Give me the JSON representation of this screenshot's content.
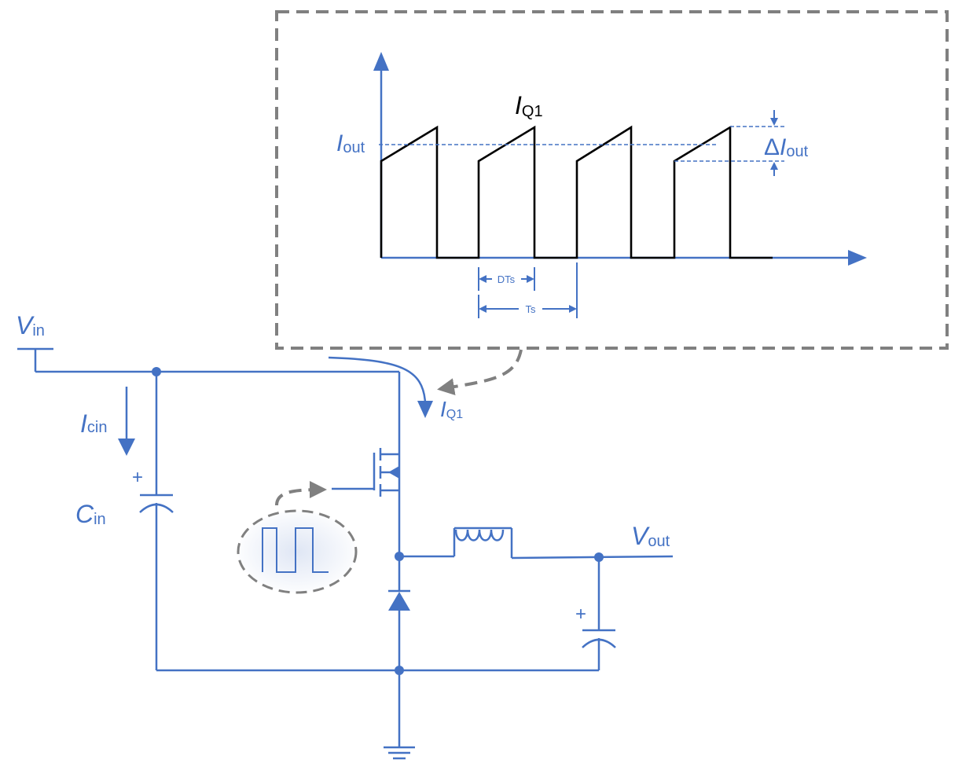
{
  "colors": {
    "wire": "#4472c4",
    "waveform": "#000000",
    "callout": "#808080"
  },
  "labels": {
    "vin_main": "V",
    "vin_sub": "in",
    "icin_main": "I",
    "icin_sub": "cin",
    "cin_main": "C",
    "cin_sub": "in",
    "cin_plus": "+",
    "cout_plus": "+",
    "iq1_main": "I",
    "iq1_sub": "Q1",
    "vout_main": "V",
    "vout_sub": "out"
  },
  "graph": {
    "iq1_main": "I",
    "iq1_sub": "Q1",
    "iout_main": "I",
    "iout_sub": "out",
    "delta_sym": "Δ",
    "delta_main": "I",
    "delta_sub": "out",
    "dts": "DTs",
    "ts": "Ts"
  },
  "icons": [
    "arrow-icon",
    "capacitor-icon",
    "mosfet-icon",
    "inductor-icon",
    "diode-icon",
    "ground-icon",
    "pulse-train-icon"
  ]
}
